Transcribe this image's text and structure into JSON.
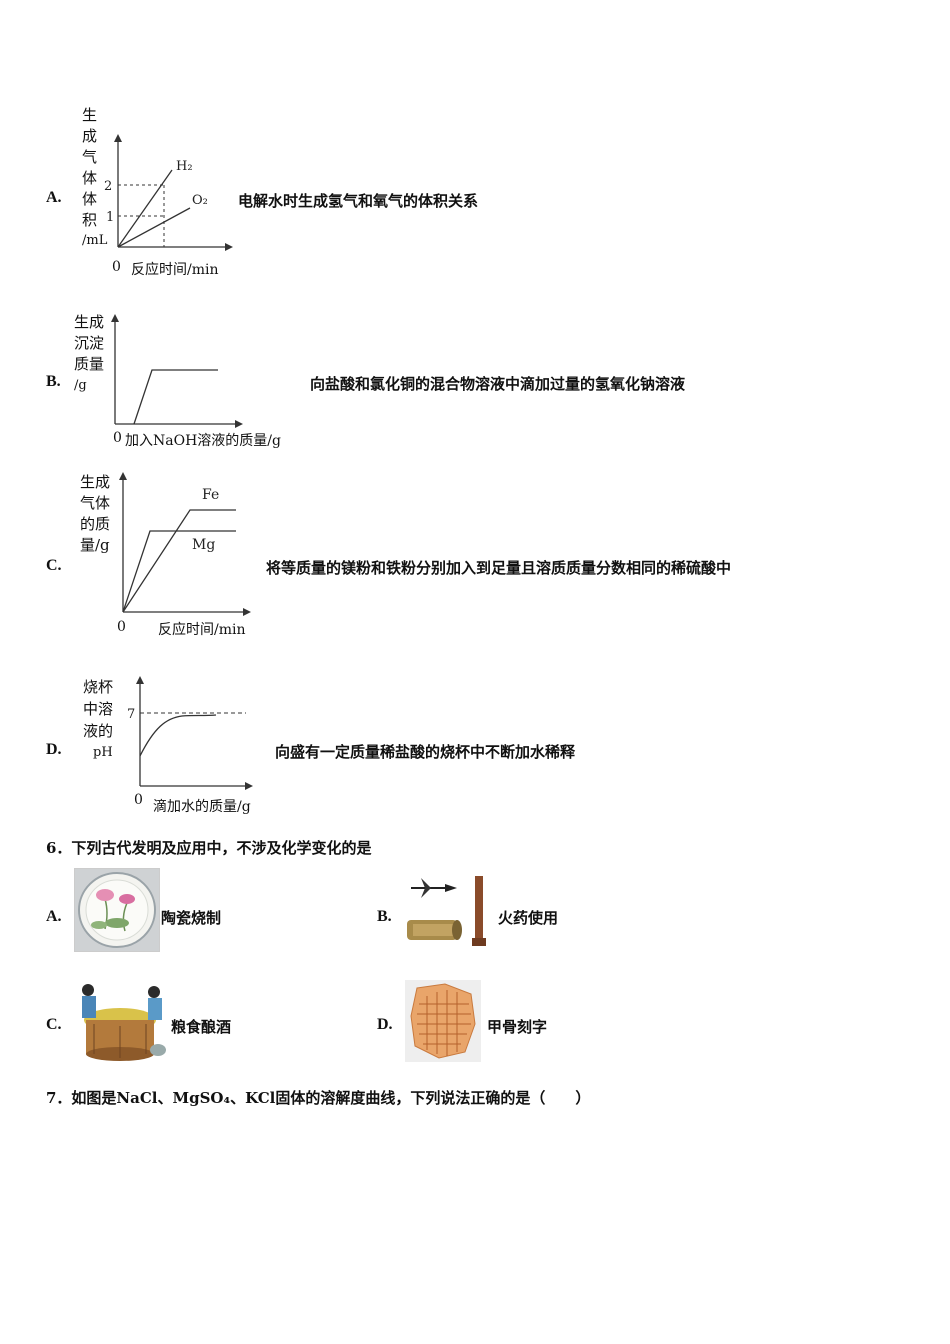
{
  "question5": {
    "options": [
      {
        "letter": "A.",
        "desc": "电解水时生成氢气和氧气的体积关系",
        "chart": {
          "y_label_chars": [
            "生",
            "成",
            "气",
            "体",
            "体",
            "积"
          ],
          "y_unit": "/mL",
          "origin": "0",
          "x_label": "反应时间/min",
          "ticks": [
            "2",
            "1"
          ],
          "series": [
            "H₂",
            "O₂"
          ]
        }
      },
      {
        "letter": "B.",
        "desc": "向盐酸和氯化铜的混合物溶液中滴加过量的氢氧化钠溶液",
        "chart": {
          "y_label_lines": [
            "生成",
            "沉淀",
            "质量",
            "/g"
          ],
          "origin": "0",
          "x_label": "加入NaOH溶液的质量/g"
        }
      },
      {
        "letter": "C.",
        "desc": "将等质量的镁粉和铁粉分别加入到足量且溶质质量分数相同的稀硫酸中",
        "chart": {
          "y_label_lines": [
            "生成",
            "气体",
            "的质",
            "量/g"
          ],
          "origin": "0",
          "x_label": "反应时间/min",
          "series": [
            "Fe",
            "Mg"
          ]
        }
      },
      {
        "letter": "D.",
        "desc": "向盛有一定质量稀盐酸的烧杯中不断加水稀释",
        "chart": {
          "y_label_lines": [
            "烧杯",
            "中溶",
            "液的",
            "pH"
          ],
          "origin": "0",
          "x_label": "滴加水的质量/g",
          "tick": "7"
        }
      }
    ]
  },
  "question6": {
    "stem": "6．下列古代发明及应用中，不涉及化学变化的是",
    "options": [
      {
        "letter": "A.",
        "label": "陶瓷烧制",
        "picture": "porcelain-plate"
      },
      {
        "letter": "B.",
        "label": "火药使用",
        "picture": "gunpowder-rocket"
      },
      {
        "letter": "C.",
        "label": "粮食酿酒",
        "picture": "brewing-wine"
      },
      {
        "letter": "D.",
        "label": "甲骨刻字",
        "picture": "oracle-bone"
      }
    ]
  },
  "question7": {
    "stem": "7．如图是NaCl、MgSO₄、KCl固体的溶解度曲线，下列说法正确的是（　　）"
  },
  "colors": {
    "text": "#111111",
    "axis": "#333333"
  }
}
